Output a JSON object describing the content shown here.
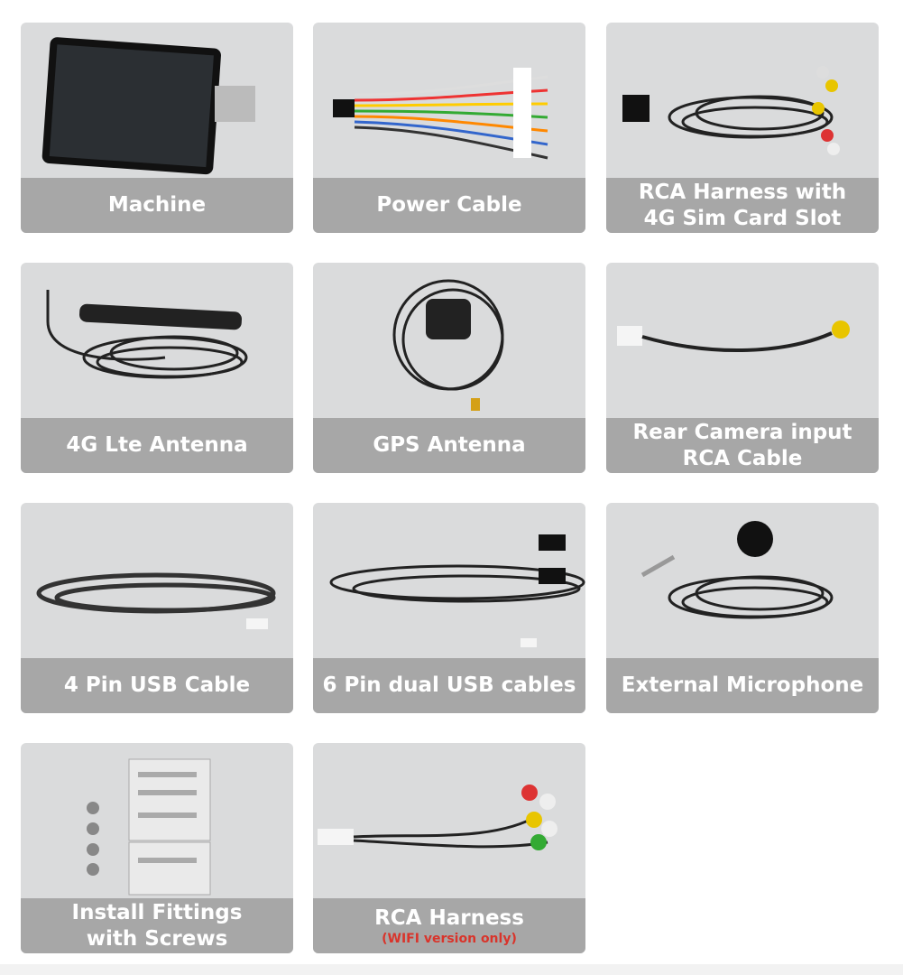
{
  "items": [
    {
      "label": [
        "Machine"
      ],
      "icon": "head-unit-screen-icon"
    },
    {
      "label": [
        "Power Cable"
      ],
      "icon": "power-cable-icon"
    },
    {
      "label": [
        "RCA Harness with",
        "4G Sim Card Slot"
      ],
      "icon": "rca-harness-sim-icon"
    },
    {
      "label": [
        "4G Lte Antenna"
      ],
      "icon": "lte-antenna-icon"
    },
    {
      "label": [
        "GPS Antenna"
      ],
      "icon": "gps-antenna-icon"
    },
    {
      "label": [
        "Rear Camera input",
        "RCA Cable"
      ],
      "icon": "rear-camera-cable-icon"
    },
    {
      "label": [
        "4 Pin USB Cable"
      ],
      "icon": "usb-cable-icon"
    },
    {
      "label": [
        "6 Pin dual USB cables"
      ],
      "icon": "dual-usb-cable-icon"
    },
    {
      "label": [
        "External Microphone"
      ],
      "icon": "microphone-icon"
    },
    {
      "label": [
        "Install Fittings",
        "with Screws"
      ],
      "icon": "fittings-screws-icon"
    },
    {
      "label": [
        "RCA Harness"
      ],
      "sub": "(WIFI version only)",
      "icon": "rca-harness-icon"
    }
  ],
  "colors": {
    "card": "#dadbdc",
    "band": "#a7a7a7",
    "note": "#d9342b"
  }
}
